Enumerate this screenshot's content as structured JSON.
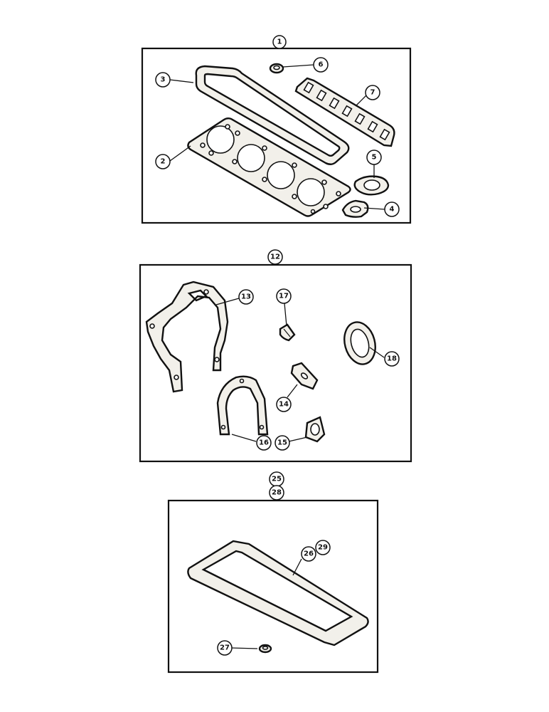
{
  "diagram": {
    "groups": [
      {
        "id": "group-top",
        "label": "1",
        "parts": [
          {
            "id": "rocker-cover-gasket",
            "label": "3"
          },
          {
            "id": "head-gasket",
            "label": "2"
          },
          {
            "id": "grommet",
            "label": "6"
          },
          {
            "id": "manifold-gasket",
            "label": "7"
          },
          {
            "id": "thermostat-gasket",
            "label": "5"
          },
          {
            "id": "outlet-gasket",
            "label": "4"
          }
        ]
      },
      {
        "id": "group-middle",
        "label": "12",
        "parts": [
          {
            "id": "timing-cover-gasket",
            "label": "13"
          },
          {
            "id": "small-seal",
            "label": "17"
          },
          {
            "id": "ring-seal",
            "label": "18"
          },
          {
            "id": "pump-gasket",
            "label": "14"
          },
          {
            "id": "rear-seal-gasket",
            "label": "16"
          },
          {
            "id": "cover-plate-gasket",
            "label": "15"
          }
        ]
      },
      {
        "id": "group-bottom",
        "labels": [
          "25",
          "28"
        ],
        "parts": [
          {
            "id": "oil-pan-gasket",
            "labels": [
              "26",
              "29"
            ]
          },
          {
            "id": "drain-plug-washer",
            "label": "27"
          }
        ]
      }
    ]
  }
}
